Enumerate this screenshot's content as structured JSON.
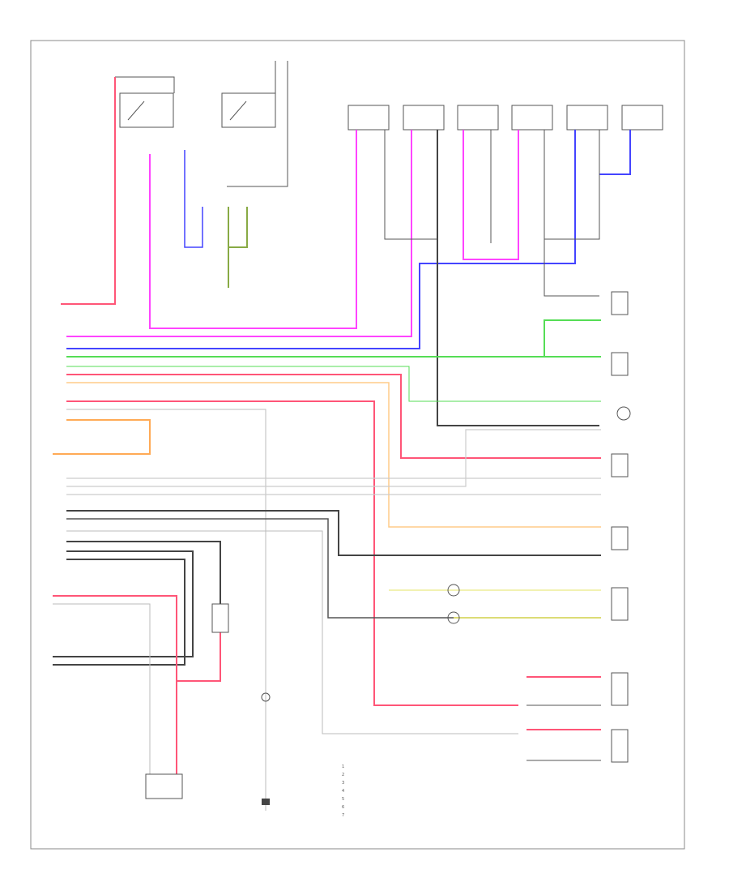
{
  "diagram": {
    "footer_code": "",
    "legend_items": [
      "1",
      "2",
      "3",
      "4",
      "5",
      "6",
      "7"
    ]
  },
  "components": [
    {
      "id": "c1",
      "label": ""
    },
    {
      "id": "c2",
      "label": ""
    },
    {
      "id": "c3",
      "label": ""
    },
    {
      "id": "c4",
      "label": ""
    },
    {
      "id": "c5",
      "label": ""
    },
    {
      "id": "c6",
      "label": ""
    }
  ],
  "colors": {
    "magenta": "#ff44ff",
    "blue": "#4444ff",
    "green": "#55dd55",
    "red": "#ff5577",
    "orange": "#ffaa55",
    "yellow": "#eeee66",
    "gray": "#aaaaaa",
    "dark": "#444444"
  }
}
